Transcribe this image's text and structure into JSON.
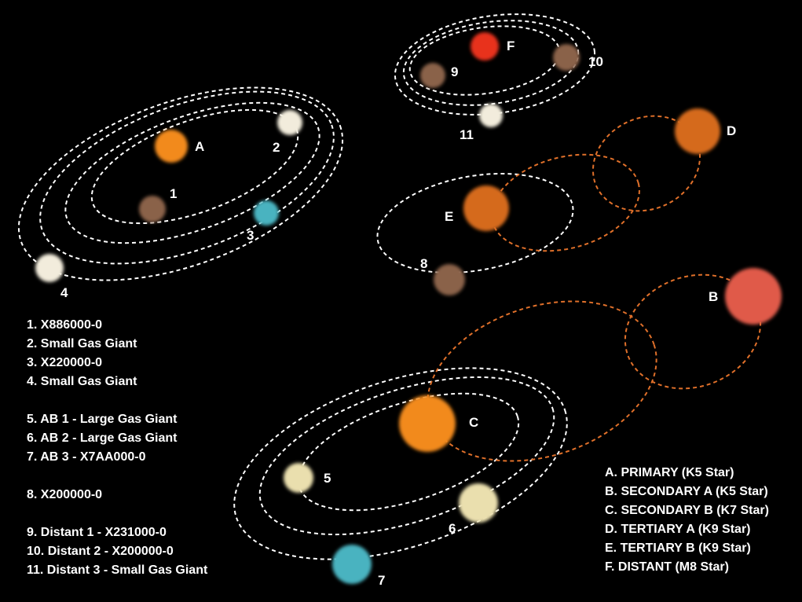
{
  "colors": {
    "background": "#000000",
    "orbit_planet": "#ffffff",
    "orbit_star": "#e0702a",
    "star_orange": "#f28a1b",
    "star_dark_orange": "#d56a1a",
    "star_red": "#e05a4a",
    "star_bright_red": "#e8301c",
    "planet_brown": "#8a6248",
    "planet_white": "#f2ecdc",
    "planet_cream": "#eadfae",
    "planet_cyan": "#49b3c0"
  },
  "bodies": {
    "A": {
      "label": "A",
      "kind": "star",
      "color": "star_orange"
    },
    "B": {
      "label": "B",
      "kind": "star",
      "color": "star_red"
    },
    "C": {
      "label": "C",
      "kind": "star",
      "color": "star_orange"
    },
    "D": {
      "label": "D",
      "kind": "star",
      "color": "star_dark_orange"
    },
    "E": {
      "label": "E",
      "kind": "star",
      "color": "star_dark_orange"
    },
    "F": {
      "label": "F",
      "kind": "star",
      "color": "star_bright_red"
    },
    "p1": {
      "label": "1",
      "kind": "planet",
      "color": "planet_brown"
    },
    "p2": {
      "label": "2",
      "kind": "planet",
      "color": "planet_white"
    },
    "p3": {
      "label": "3",
      "kind": "planet",
      "color": "planet_cyan"
    },
    "p4": {
      "label": "4",
      "kind": "planet",
      "color": "planet_white"
    },
    "p5": {
      "label": "5",
      "kind": "planet",
      "color": "planet_cream"
    },
    "p6": {
      "label": "6",
      "kind": "planet",
      "color": "planet_cream"
    },
    "p7": {
      "label": "7",
      "kind": "planet",
      "color": "planet_cyan"
    },
    "p8": {
      "label": "8",
      "kind": "planet",
      "color": "planet_brown"
    },
    "p9": {
      "label": "9",
      "kind": "planet",
      "color": "planet_brown"
    },
    "p10": {
      "label": "10",
      "kind": "planet",
      "color": "planet_brown"
    },
    "p11": {
      "label": "11",
      "kind": "planet",
      "color": "planet_white"
    }
  },
  "legend_planets": [
    "1. X886000-0",
    "2. Small Gas Giant",
    "3. X220000-0",
    "4. Small Gas Giant",
    "",
    "5. AB 1 - Large Gas Giant",
    "6. AB 2 - Large Gas Giant",
    "7. AB 3 - X7AA000-0",
    "",
    "8. X200000-0",
    "",
    "9. Distant 1 - X231000-0",
    "10. Distant 2 - X200000-0",
    "11. Distant 3 - Small Gas Giant"
  ],
  "legend_stars": [
    "A. PRIMARY (K5 Star)",
    "B. SECONDARY A (K5 Star)",
    "C. SECONDARY B (K7 Star)",
    "D. TERTIARY A (K9 Star)",
    "E. TERTIARY B (K9 Star)",
    "F. DISTANT (M8 Star)"
  ]
}
